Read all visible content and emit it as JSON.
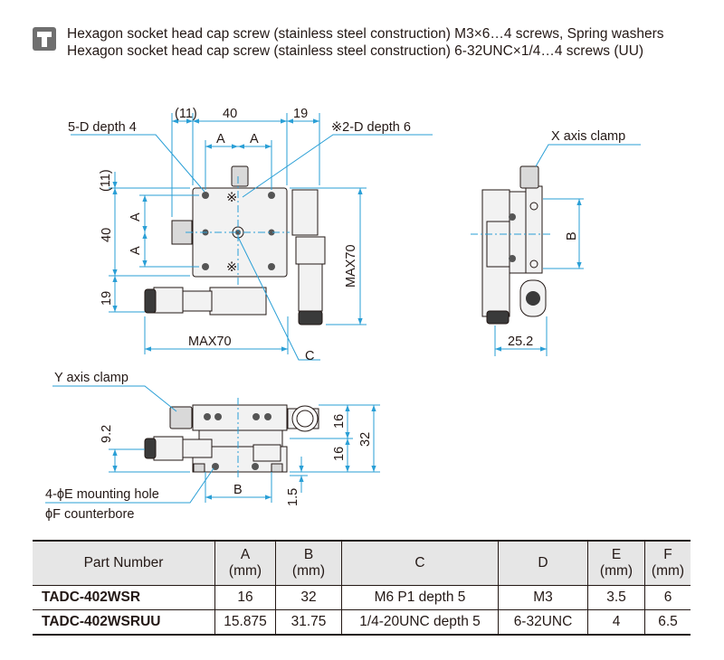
{
  "notes": {
    "line1": "Hexagon socket head cap screw (stainless steel construction) M3×6…4 screws, Spring washers",
    "line2": "Hexagon socket head cap screw (stainless steel construction) 6-32UNC×1/4…4 screws (UU)"
  },
  "drawing": {
    "top_view": {
      "d11_top": "(11)",
      "d40_top": "40",
      "d19_top": "19",
      "a_left": "A",
      "a_right": "A",
      "label_5d": "5-D depth 4",
      "label_2d": "※2-D depth 6",
      "d11_side": "(11)",
      "a_side_top": "A",
      "d40_side": "40",
      "a_side_bottom": "A",
      "d19_side": "19",
      "max70_bottom": "MAX70",
      "max70_side": "MAX70",
      "label_c": "C"
    },
    "side_view": {
      "x_axis_clamp": "X axis clamp",
      "b": "B",
      "d25_2": "25.2"
    },
    "front_view": {
      "y_axis_clamp": "Y axis clamp",
      "d9_2": "9.2",
      "d16_top": "16",
      "d16_bottom": "16",
      "d32": "32",
      "b": "B",
      "d1_5": "1.5",
      "mounting_hole": "4-ϕE mounting hole",
      "counterbore": "ϕF counterbore"
    }
  },
  "table": {
    "headers": [
      {
        "name": "Part Number",
        "unit": ""
      },
      {
        "name": "A",
        "unit": "(mm)"
      },
      {
        "name": "B",
        "unit": "(mm)"
      },
      {
        "name": "C",
        "unit": ""
      },
      {
        "name": "D",
        "unit": ""
      },
      {
        "name": "E",
        "unit": "(mm)"
      },
      {
        "name": "F",
        "unit": "(mm)"
      }
    ],
    "rows": [
      [
        "TADC-402WSR",
        "16",
        "32",
        "M6 P1 depth 5",
        "M3",
        "3.5",
        "6"
      ],
      [
        "TADC-402WSRUU",
        "15.875",
        "31.75",
        "1/4-20UNC depth 5",
        "6-32UNC",
        "4",
        "6.5"
      ]
    ]
  },
  "colors": {
    "dimension": "#2a9fd6",
    "line": "#231815",
    "header_bg": "#e6e6e6",
    "icon": "#6f6f6f"
  }
}
